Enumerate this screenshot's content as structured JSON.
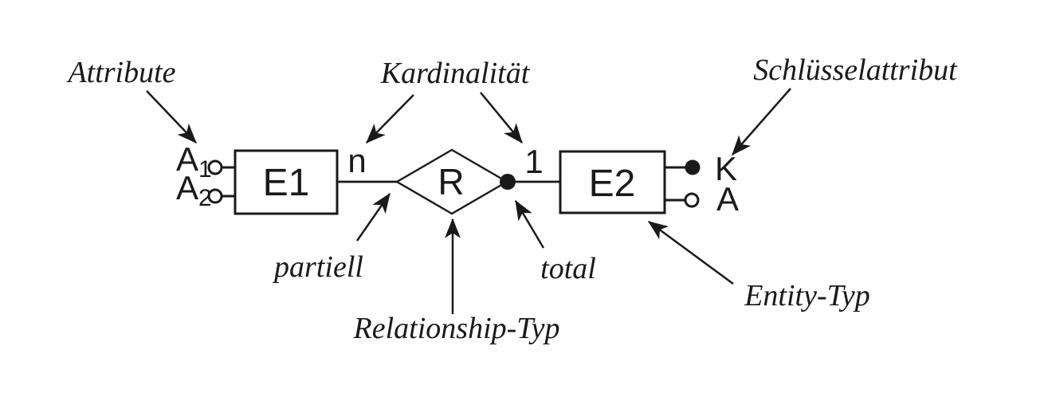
{
  "colors": {
    "ink": "#1a1a1a",
    "background": "#ffffff"
  },
  "annotations": {
    "attribute": "Attribute",
    "cardinality": "Kardinalität",
    "key_attribute": "Schlüsselattribut",
    "partial": "partiell",
    "total": "total",
    "relationship_type": "Relationship-Typ",
    "entity_type": "Entity-Typ"
  },
  "diagram": {
    "entity1": {
      "label": "E1",
      "attribute1": {
        "base": "A",
        "sub": "1"
      },
      "attribute2": {
        "base": "A",
        "sub": "2"
      }
    },
    "entity2": {
      "label": "E2",
      "key_attribute": "K",
      "attribute": "A"
    },
    "relationship": {
      "label": "R"
    },
    "cardinality": {
      "e1_side": "n",
      "e2_side": "1"
    }
  }
}
